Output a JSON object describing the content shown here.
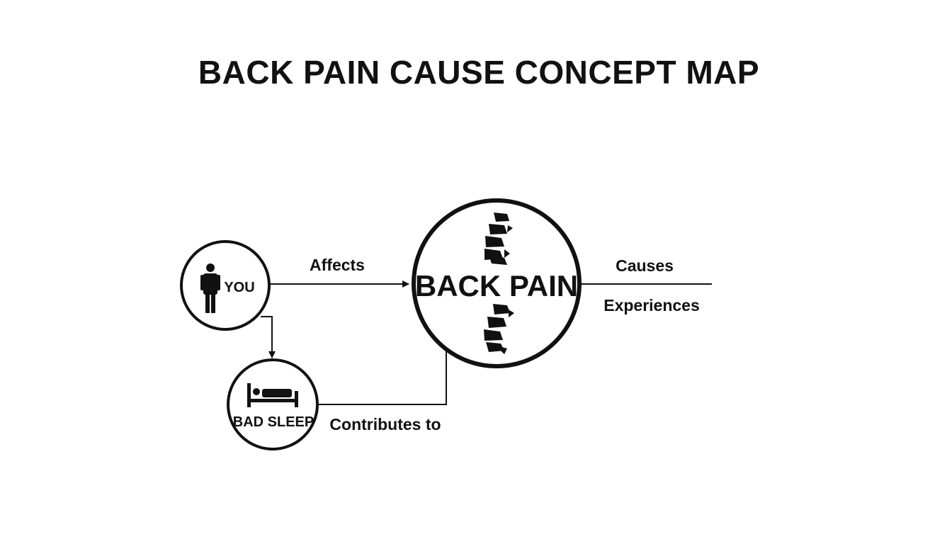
{
  "title": "BACK PAIN CAUSE CONCEPT MAP",
  "colors": {
    "ink": "#111111",
    "background": "#ffffff"
  },
  "nodes": {
    "you": {
      "label": "YOU",
      "icon": "person-icon"
    },
    "bad_sleep": {
      "label": "BAD SLEEP",
      "icon": "bed-icon"
    },
    "back_pain": {
      "label": "BACK PAIN",
      "icon": "spine-icon"
    }
  },
  "edges": {
    "affects": "Affects",
    "contributes_to": "Contributes to",
    "causes": "Causes",
    "experiences": "Experiences"
  }
}
